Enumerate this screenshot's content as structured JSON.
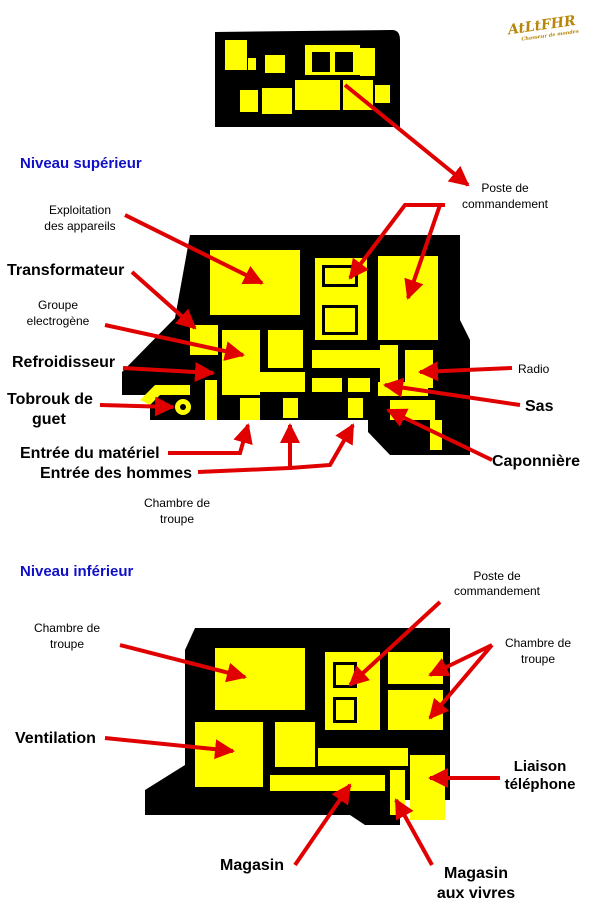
{
  "logo": {
    "text": "AtLtFHR",
    "tagline": "Chasseur de mondes"
  },
  "sections": {
    "upper_title": "Niveau supérieur",
    "lower_title": "Niveau inférieur"
  },
  "upper_labels": {
    "exploitation_1": "Exploitation",
    "exploitation_2": "des appareils",
    "transformateur": "Transformateur",
    "groupe_1": "Groupe",
    "groupe_2": "electrogène",
    "refroidisseur": "Refroidisseur",
    "tobrouk_1": "Tobrouk de",
    "tobrouk_2": "guet",
    "entree_materiel": "Entrée du matériel",
    "entree_hommes": "Entrée des hommes",
    "chambre_1": "Chambre de",
    "chambre_2": "troupe",
    "poste_1": "Poste de",
    "poste_2": "commandement",
    "radio": "Radio",
    "sas": "Sas",
    "caponniere": "Caponnière"
  },
  "lower_labels": {
    "chambre_left_1": "Chambre de",
    "chambre_left_2": "troupe",
    "poste_1": "Poste de",
    "poste_2": "commandement",
    "chambre_right_1": "Chambre de",
    "chambre_right_2": "troupe",
    "ventilation": "Ventilation",
    "liaison_1": "Liaison",
    "liaison_2": "téléphone",
    "magasin": "Magasin",
    "vivres_1": "Magasin",
    "vivres_2": "aux vivres"
  },
  "colors": {
    "wall": "#000000",
    "room": "#ffff00",
    "arrow": "#e00000",
    "title": "#1010c8"
  }
}
